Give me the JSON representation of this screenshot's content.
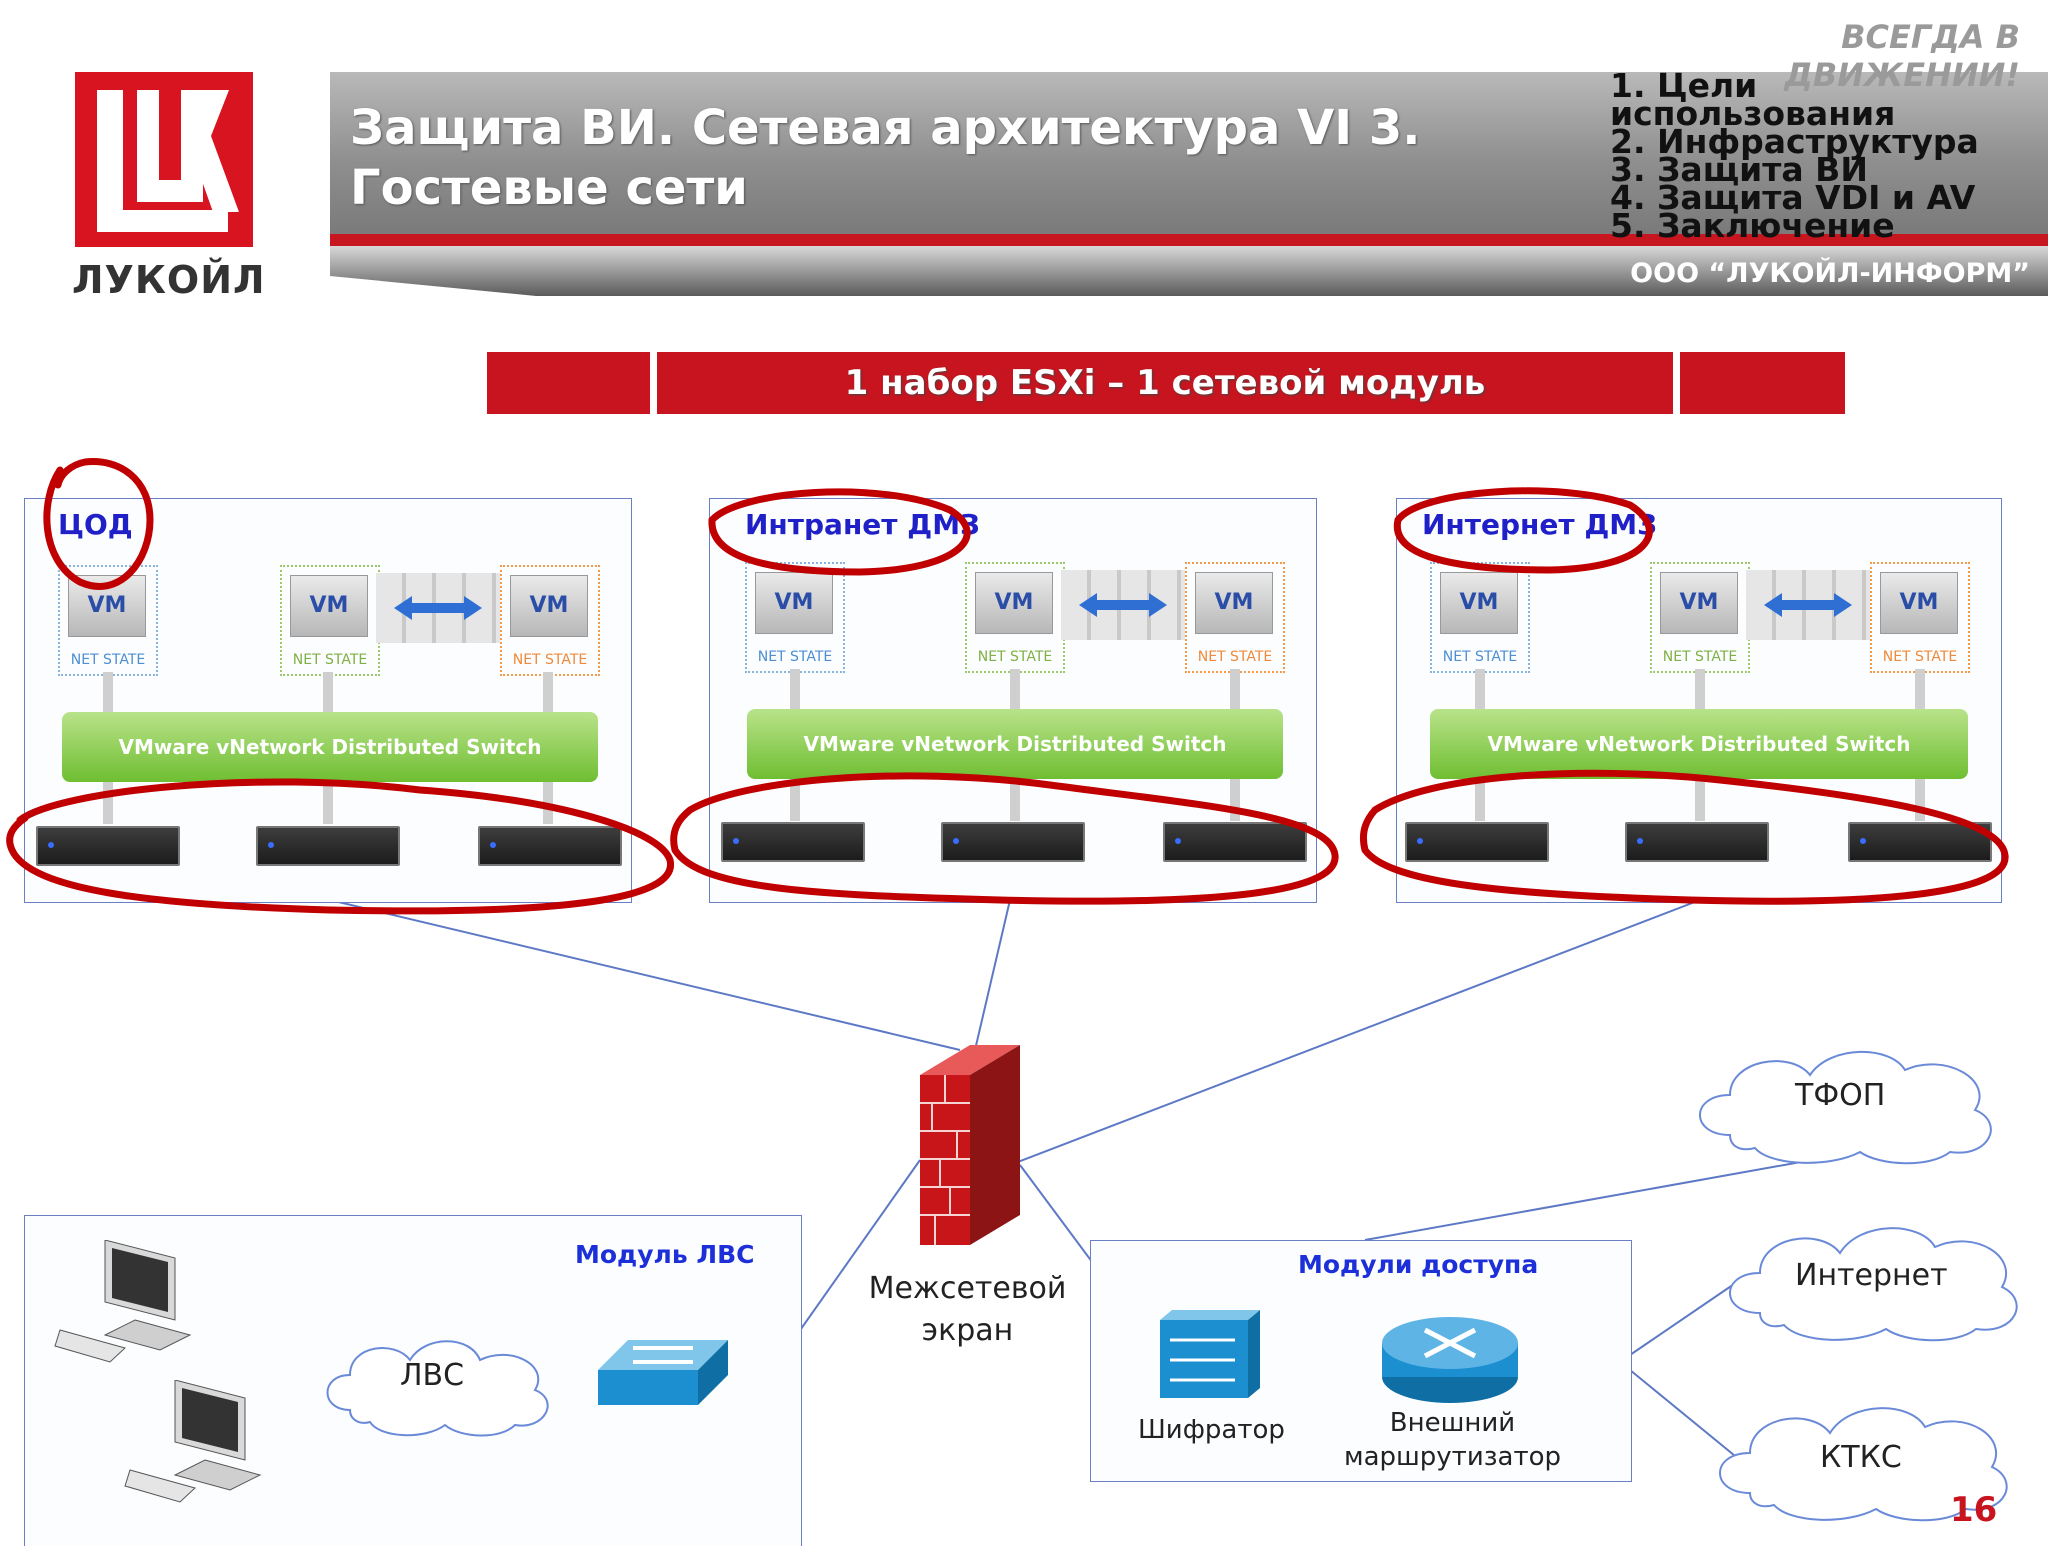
{
  "header": {
    "slogan": "ВСЕГДА В ДВИЖЕНИИ!",
    "title_line1": "Защита ВИ. Сетевая архитектура VI 3.",
    "title_line2": "Гостевые сети",
    "menu": [
      "1. Цели использования",
      "2. Инфраструктура",
      "3. Защита ВИ",
      "4. Защита VDI и AV",
      "5. Заключение"
    ],
    "company": "ООО “ЛУКОЙЛ-ИНФОРМ”"
  },
  "logo": {
    "word": "ЛУКОЙЛ",
    "color": "#d7141f"
  },
  "banner": {
    "text": "1 набор ESXi – 1 сетевой модуль",
    "color": "#c8141f"
  },
  "panels": [
    {
      "title": "ЦОД",
      "switch": "VMware vNetwork Distributed Switch",
      "vm": "VM",
      "netstate": "NET STATE"
    },
    {
      "title": "Интранет ДМЗ",
      "switch": "VMware vNetwork Distributed Switch",
      "vm": "VM",
      "netstate": "NET STATE"
    },
    {
      "title": "Интернет ДМЗ",
      "switch": "VMware vNetwork Distributed Switch",
      "vm": "VM",
      "netstate": "NET STATE"
    }
  ],
  "lower": {
    "lan_module": "Модуль ЛВС",
    "lan_cloud": "ЛВС",
    "firewall": [
      "Межсетевой",
      "экран"
    ],
    "access_module": "Модули доступа",
    "encryptor": "Шифратор",
    "router": [
      "Внешний",
      "маршрутизатор"
    ],
    "clouds": [
      "ТФОП",
      "Интернет",
      "КТКС"
    ]
  },
  "page_number": "16",
  "colors": {
    "annotation_red": "#c00000",
    "panel_border": "#6a7fc4",
    "label_blue": "#1c2fd8"
  }
}
